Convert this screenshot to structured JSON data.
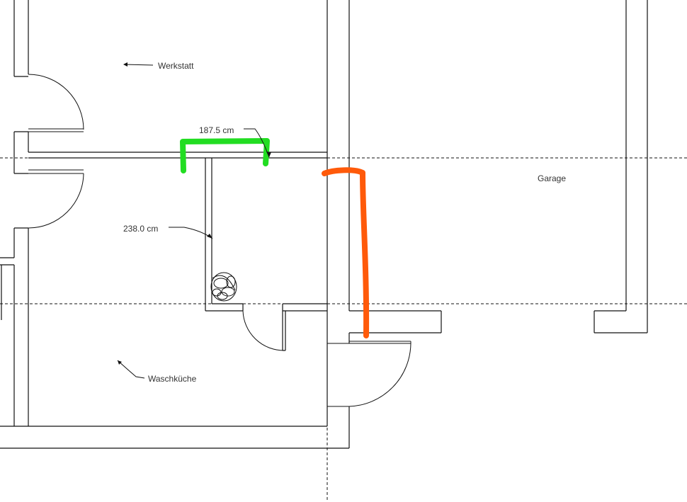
{
  "rooms": {
    "werkstatt": "Werkstatt",
    "garage": "Garage",
    "waschkueche": "Waschküche"
  },
  "dimensions": {
    "horizontal": "187.5 cm",
    "vertical": "238.0 cm"
  },
  "colors": {
    "green_marker": "#22dd22",
    "orange_marker": "#ff5a0a",
    "wall": "#111111"
  },
  "icons": {
    "plant": "plant-symbol-icon"
  }
}
